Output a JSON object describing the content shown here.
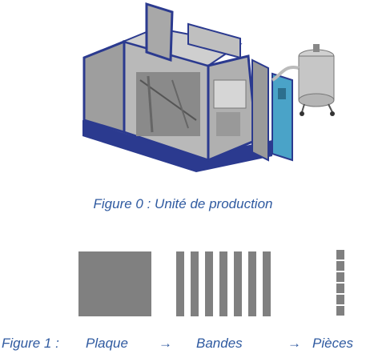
{
  "figure0": {
    "caption": "Figure 0 : Unité de production",
    "illustration": "production-unit-machine"
  },
  "figure1": {
    "caption_prefix": "Figure 1 :",
    "stage1": "Plaque",
    "arrow1": "→",
    "stage2": "Bandes",
    "arrow2": "→",
    "stage3": "Pièces",
    "shape_color": "#808080",
    "bandes_count": 7,
    "pieces_count": 6
  },
  "colors": {
    "caption": "#2f5aa0",
    "frame": "#2b3a8f",
    "panel": "#a9a9a9"
  }
}
